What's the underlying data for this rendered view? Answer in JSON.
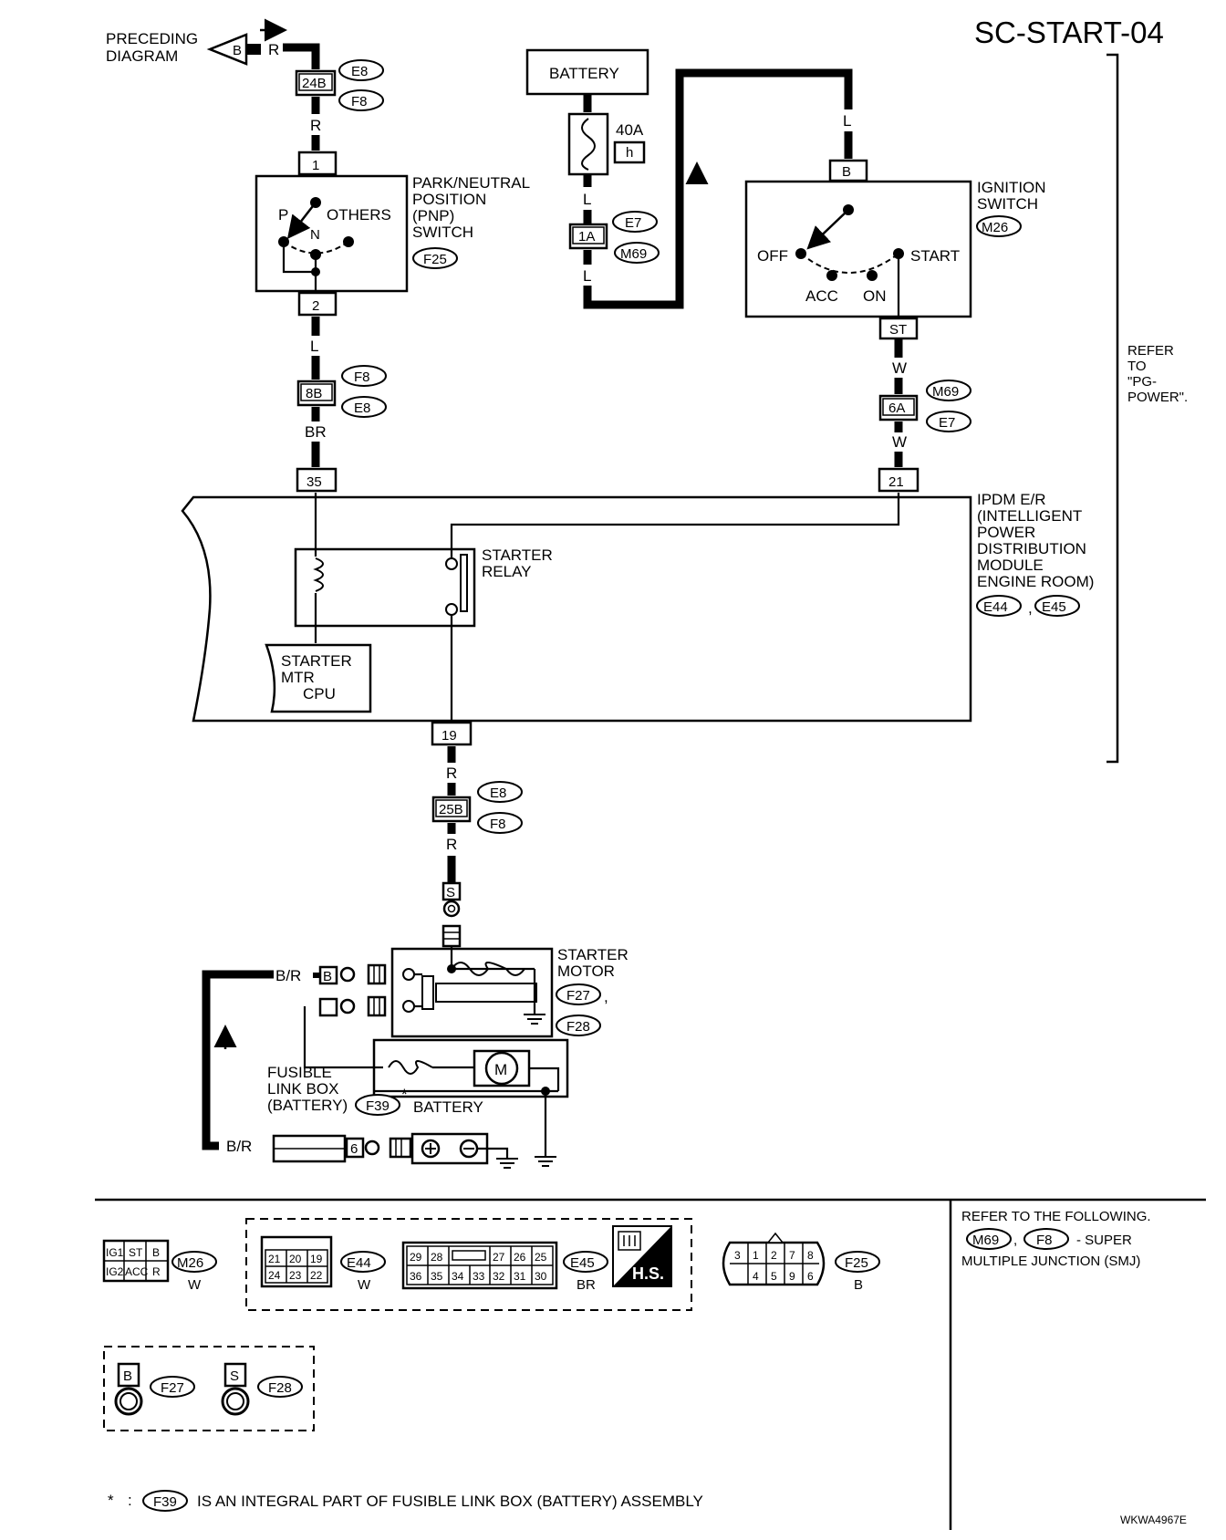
{
  "header": {
    "title": "SC-START-04",
    "code": "WKWA4967E"
  },
  "preceding": {
    "label_line1": "PRECEDING",
    "label_line2": "DIAGRAM",
    "connector": "B",
    "wire": "R"
  },
  "connectors": {
    "c24b": "24B",
    "c1": "1",
    "c2": "2",
    "c8b": "8B",
    "c35": "35",
    "c1a": "1A",
    "cB": "B",
    "cST": "ST",
    "c6a": "6A",
    "c21": "21",
    "c19": "19",
    "c25b": "25B",
    "cS": "S",
    "c6": "6"
  },
  "harness_refs": {
    "e8": "E8",
    "f8": "F8",
    "e7": "E7",
    "m69": "M69",
    "m26": "M26",
    "f25": "F25",
    "e44": "E44",
    "e45": "E45",
    "f27": "F27",
    "f28": "F28",
    "f39": "F39"
  },
  "wires": {
    "r": "R",
    "l": "L",
    "br": "BR",
    "w": "W",
    "b": "B",
    "br_slash": "B/R"
  },
  "battery": {
    "label": "BATTERY",
    "fuse_amp": "40A",
    "fuse_type": "h"
  },
  "pnp_switch": {
    "line1": "PARK/NEUTRAL",
    "line2": "POSITION",
    "line3": "(PNP)",
    "line4": "SWITCH",
    "p": "P",
    "n": "N",
    "others": "OTHERS"
  },
  "ignition_switch": {
    "line1": "IGNITION",
    "line2": "SWITCH",
    "off": "OFF",
    "acc": "ACC",
    "on": "ON",
    "start": "START"
  },
  "ipdm": {
    "line1": "IPDM E/R",
    "line2": "(INTELLIGENT",
    "line3": "POWER",
    "line4": "DISTRIBUTION",
    "line5": "MODULE",
    "line6": "ENGINE ROOM)",
    "comma": ","
  },
  "starter_relay": {
    "line1": "STARTER",
    "line2": "RELAY"
  },
  "starter_cpu": {
    "line1": "STARTER",
    "line2": "MTR",
    "line3": "CPU"
  },
  "starter_motor": {
    "line1": "STARTER",
    "line2": "MOTOR",
    "m": "M",
    "comma": ","
  },
  "fusible_link": {
    "line1": "FUSIBLE",
    "line2": "LINK BOX",
    "line3": "(BATTERY)",
    "asterisk": "*",
    "battery": "BATTERY"
  },
  "refer": {
    "line1": "REFER",
    "line2": "TO",
    "line3": "\"PG-",
    "line4": "POWER\"."
  },
  "legend": {
    "refer_following": "REFER TO THE FOLLOWING.",
    "smj_line1": "- SUPER",
    "smj_line2": "MULTIPLE JUNCTION (SMJ)",
    "m26_pins_top": [
      "IG1",
      "ST",
      "B"
    ],
    "m26_pins_bottom": [
      "IG2",
      "ACC",
      "R"
    ],
    "m26_color": "W",
    "e44_pins_top": [
      "21",
      "20",
      "19"
    ],
    "e44_pins_bottom": [
      "24",
      "23",
      "22"
    ],
    "e44_color": "W",
    "e45_pins_top": [
      "29",
      "28",
      "",
      "27",
      "26",
      "25"
    ],
    "e45_pins_bottom": [
      "36",
      "35",
      "34",
      "33",
      "32",
      "31",
      "30"
    ],
    "e45_color": "BR",
    "hs": "H.S.",
    "f25_pins_top": [
      "3",
      "1",
      "2",
      "7",
      "8"
    ],
    "f25_pins_bottom": [
      "4",
      "5",
      "9",
      "6"
    ],
    "f25_color": "B",
    "f27_pin": "B",
    "f28_pin": "S"
  },
  "footnote": {
    "asterisk": "*",
    "colon": ":",
    "text": "IS AN INTEGRAL PART OF FUSIBLE LINK BOX (BATTERY) ASSEMBLY"
  }
}
